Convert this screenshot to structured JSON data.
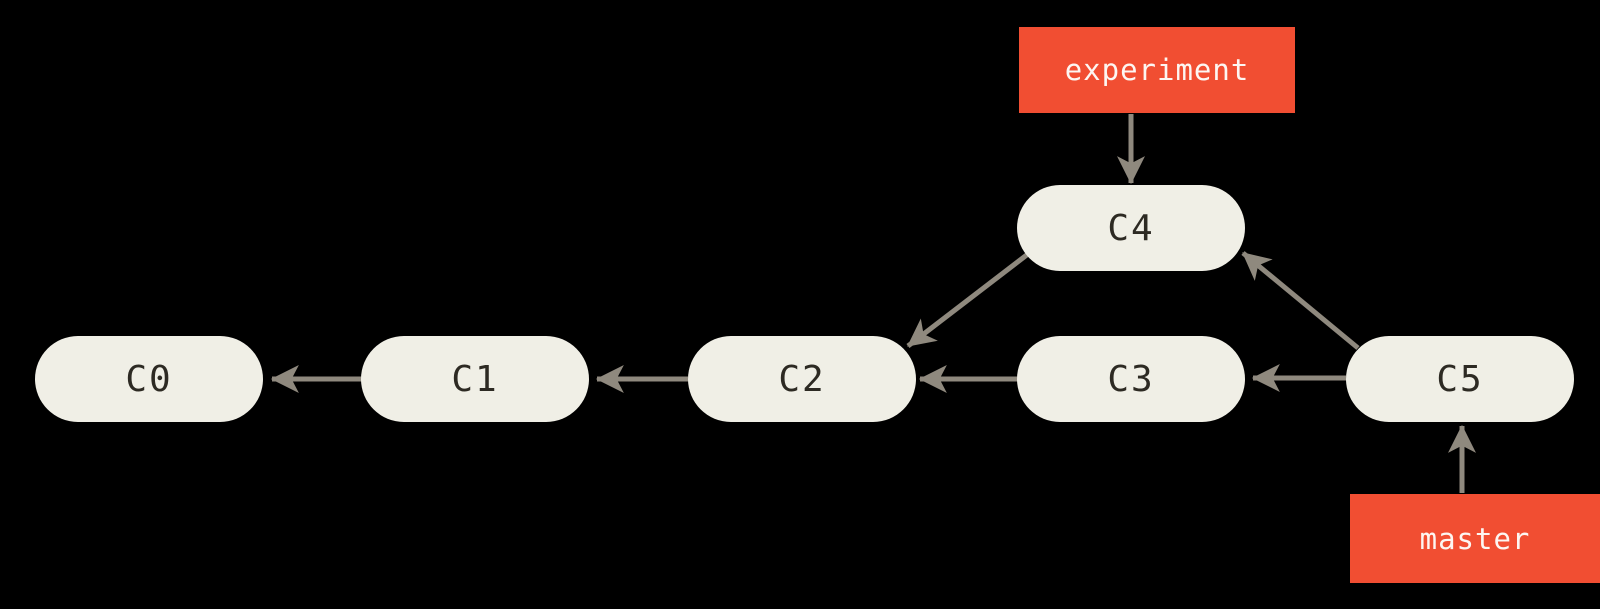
{
  "diagram": {
    "commits": [
      {
        "id": "c0",
        "label": "C0"
      },
      {
        "id": "c1",
        "label": "C1"
      },
      {
        "id": "c2",
        "label": "C2"
      },
      {
        "id": "c3",
        "label": "C3"
      },
      {
        "id": "c4",
        "label": "C4"
      },
      {
        "id": "c5",
        "label": "C5"
      }
    ],
    "branch_labels": [
      {
        "id": "experiment",
        "label": "experiment",
        "points_to": "C4"
      },
      {
        "id": "master",
        "label": "master",
        "points_to": "C5"
      }
    ],
    "edges": [
      {
        "from": "C1",
        "to": "C0"
      },
      {
        "from": "C2",
        "to": "C1"
      },
      {
        "from": "C3",
        "to": "C2"
      },
      {
        "from": "C4",
        "to": "C2"
      },
      {
        "from": "C5",
        "to": "C3"
      },
      {
        "from": "C5",
        "to": "C4"
      },
      {
        "from": "experiment",
        "to": "C4"
      },
      {
        "from": "master",
        "to": "C5"
      }
    ],
    "colors": {
      "background": "#000000",
      "commit_fill": "#f0efe6",
      "commit_text": "#2d2a23",
      "arrow": "#8f897e",
      "branch_fill": "#f14e32",
      "branch_text": "#fdf6f2"
    }
  }
}
